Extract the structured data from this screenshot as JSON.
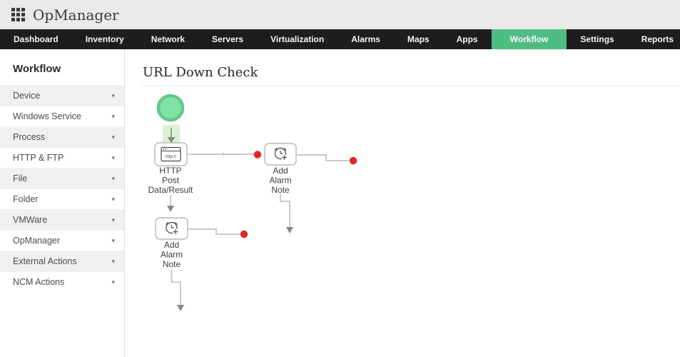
{
  "header": {
    "app_name": "OpManager",
    "grid_icon": "app-grid"
  },
  "nav": {
    "items": [
      {
        "label": "Dashboard",
        "active": false
      },
      {
        "label": "Inventory",
        "active": false
      },
      {
        "label": "Network",
        "active": false
      },
      {
        "label": "Servers",
        "active": false
      },
      {
        "label": "Virtualization",
        "active": false
      },
      {
        "label": "Alarms",
        "active": false
      },
      {
        "label": "Maps",
        "active": false
      },
      {
        "label": "Apps",
        "active": false
      },
      {
        "label": "Workflow",
        "active": true
      },
      {
        "label": "Settings",
        "active": false
      },
      {
        "label": "Reports",
        "active": false
      }
    ],
    "active_color": "#4dbd82",
    "bar_color": "#1d1d1d"
  },
  "sidebar": {
    "title": "Workflow",
    "chevron_glyph": "▾",
    "items": [
      {
        "label": "Device"
      },
      {
        "label": "Windows Service"
      },
      {
        "label": "Process"
      },
      {
        "label": "HTTP & FTP"
      },
      {
        "label": "File"
      },
      {
        "label": "Folder"
      },
      {
        "label": "VMWare"
      },
      {
        "label": "OpManager"
      },
      {
        "label": "External Actions"
      },
      {
        "label": "NCM Actions"
      }
    ]
  },
  "main": {
    "title": "URL Down Check",
    "workflow": {
      "http_icon_text": "http://",
      "nodes": [
        {
          "id": "start",
          "type": "start-node"
        },
        {
          "id": "http-post",
          "label_lines": [
            "HTTP",
            "Post",
            "Data/Result"
          ]
        },
        {
          "id": "add-alarm-note-1",
          "label_lines": [
            "Add",
            "Alarm",
            "Note"
          ]
        },
        {
          "id": "add-alarm-note-2",
          "label_lines": [
            "Add",
            "Alarm",
            "Note"
          ]
        }
      ],
      "colors": {
        "start_fill": "#7fe3a4",
        "start_border": "#60c98a",
        "drop_highlight": "#d9f3d2",
        "connector": "#c9c9c9",
        "arrowhead": "#878787",
        "endpoint_dot": "#ee2020",
        "node_border": "#b7b7b7"
      }
    }
  }
}
